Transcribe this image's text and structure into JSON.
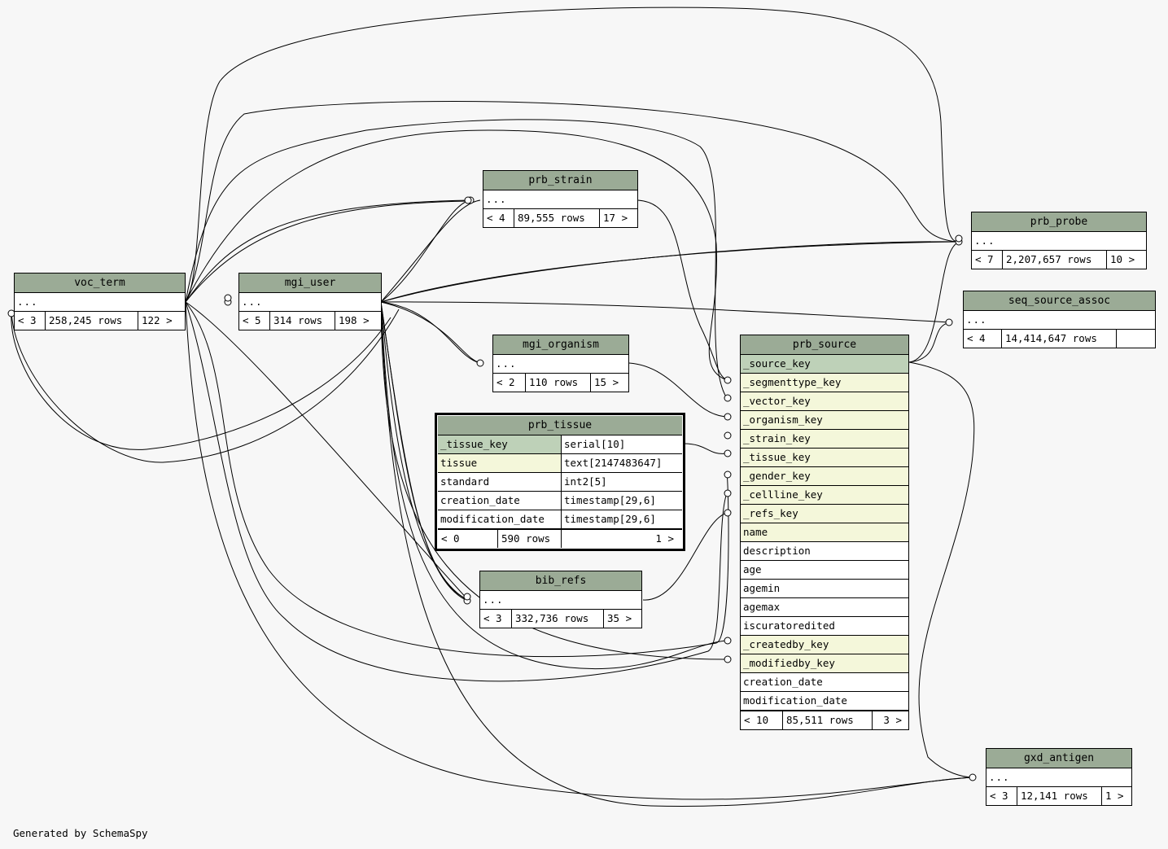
{
  "footer": "Generated by SchemaSpy",
  "tables": {
    "voc_term": {
      "name": "voc_term",
      "dots": "...",
      "prev": "< 3",
      "rows": "258,245 rows",
      "next": "122 >"
    },
    "mgi_user": {
      "name": "mgi_user",
      "dots": "...",
      "prev": "< 5",
      "rows": "314 rows",
      "next": "198 >"
    },
    "prb_strain": {
      "name": "prb_strain",
      "dots": "...",
      "prev": "< 4",
      "rows": "89,555 rows",
      "next": "17 >"
    },
    "mgi_organism": {
      "name": "mgi_organism",
      "dots": "...",
      "prev": "< 2",
      "rows": "110 rows",
      "next": "15 >"
    },
    "bib_refs": {
      "name": "bib_refs",
      "dots": "...",
      "prev": "< 3",
      "rows": "332,736 rows",
      "next": "35 >"
    },
    "prb_probe": {
      "name": "prb_probe",
      "dots": "...",
      "prev": "< 7",
      "rows": "2,207,657 rows",
      "next": "10 >"
    },
    "seq_source_assoc": {
      "name": "seq_source_assoc",
      "dots": "...",
      "prev": "< 4",
      "rows": "14,414,647 rows",
      "next": ""
    },
    "gxd_antigen": {
      "name": "gxd_antigen",
      "dots": "...",
      "prev": "< 3",
      "rows": "12,141 rows",
      "next": "1 >"
    },
    "prb_tissue": {
      "name": "prb_tissue",
      "columns": [
        {
          "name": "_tissue_key",
          "type": "serial[10]"
        },
        {
          "name": "tissue",
          "type": "text[2147483647]"
        },
        {
          "name": "standard",
          "type": "int2[5]"
        },
        {
          "name": "creation_date",
          "type": "timestamp[29,6]"
        },
        {
          "name": "modification_date",
          "type": "timestamp[29,6]"
        }
      ],
      "prev": "< 0",
      "rows": "590 rows",
      "next": "1 >"
    },
    "prb_source": {
      "name": "prb_source",
      "columns": [
        "_source_key",
        "_segmenttype_key",
        "_vector_key",
        "_organism_key",
        "_strain_key",
        "_tissue_key",
        "_gender_key",
        "_cellline_key",
        "_refs_key",
        "name",
        "description",
        "age",
        "agemin",
        "agemax",
        "iscuratoredited",
        "_createdby_key",
        "_modifiedby_key",
        "creation_date",
        "modification_date"
      ],
      "prev": "< 10",
      "rows": "85,511 rows",
      "next": "3 >"
    }
  }
}
